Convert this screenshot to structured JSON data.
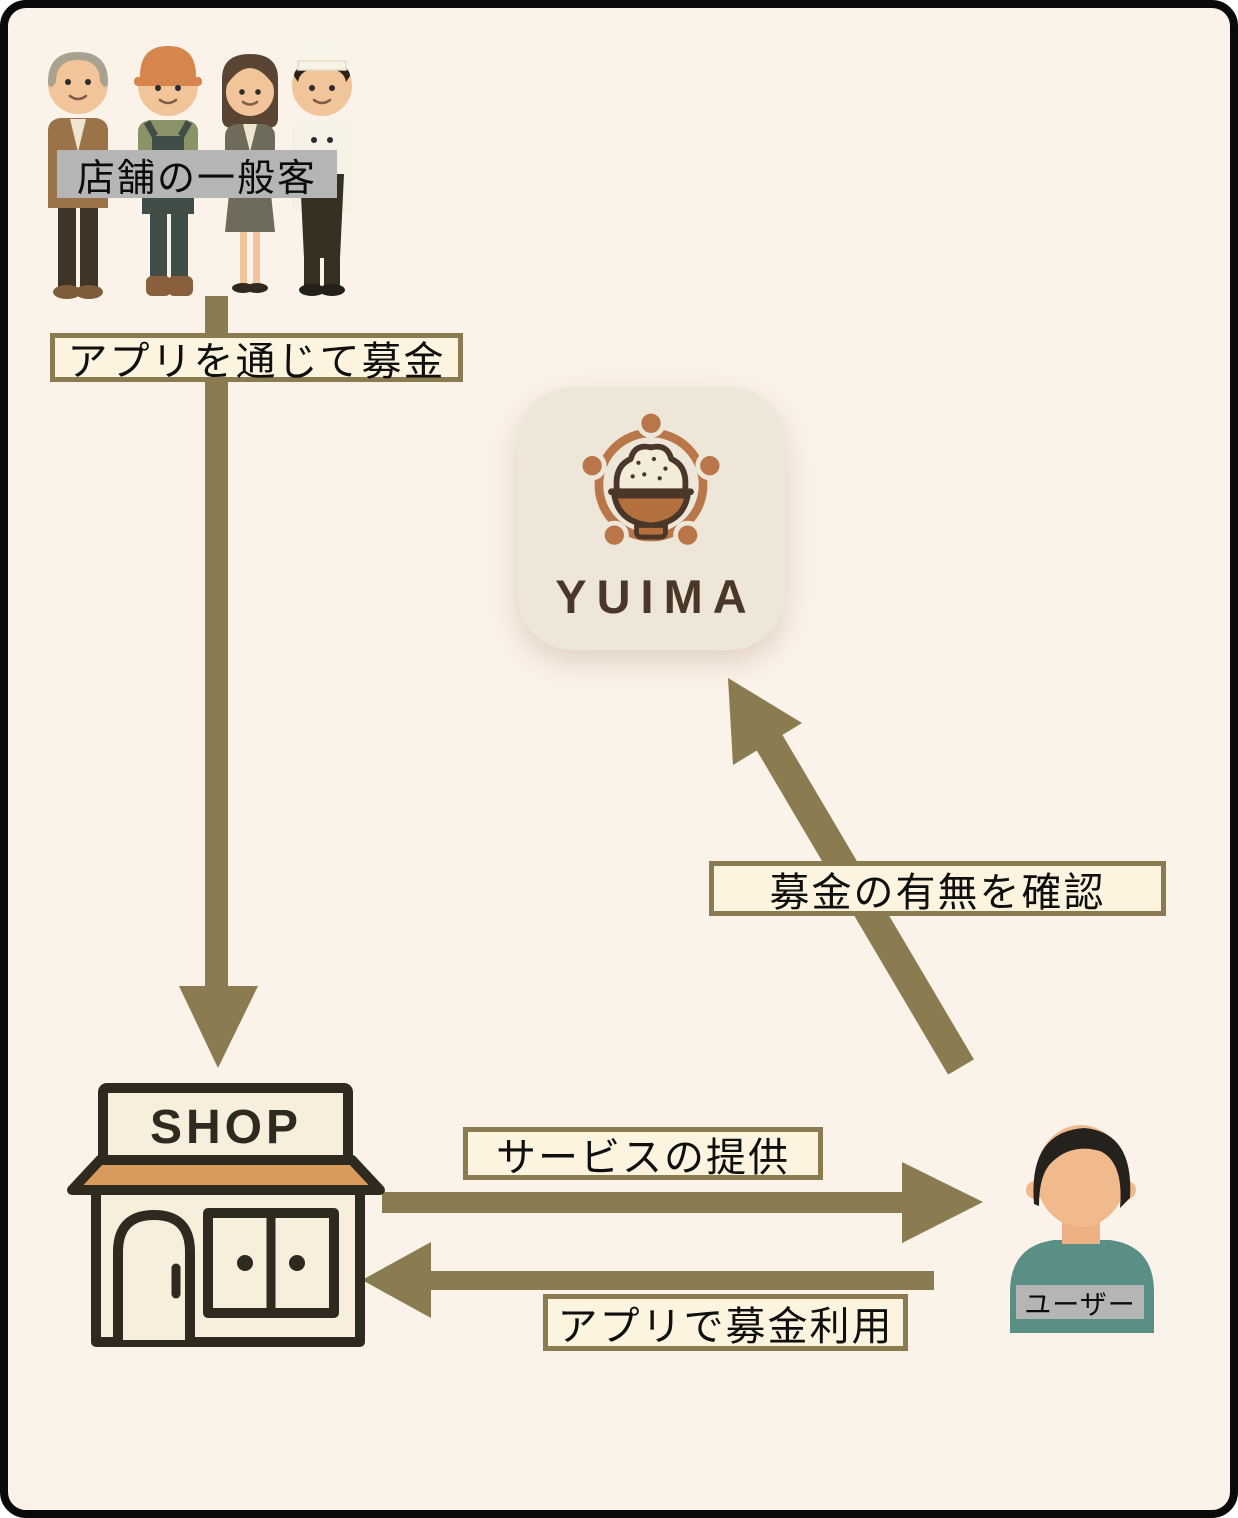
{
  "diagram_title": "YUIMA donation flow diagram",
  "nodes": {
    "customers": {
      "label": "店舗の一般客"
    },
    "app": {
      "name": "YUIMA"
    },
    "shop": {
      "sign": "SHOP"
    },
    "user": {
      "label": "ユーザー"
    }
  },
  "edges": [
    {
      "id": "donate",
      "label": "アプリを通じて募金",
      "from": "customers",
      "to": "shop",
      "direction": "down"
    },
    {
      "id": "check",
      "label": "募金の有無を確認",
      "from": "user",
      "to": "app",
      "direction": "diagonal-up"
    },
    {
      "id": "service",
      "label": "サービスの提供",
      "from": "shop",
      "to": "user",
      "direction": "right"
    },
    {
      "id": "use",
      "label": "アプリで募金利用",
      "from": "user",
      "to": "shop",
      "direction": "left"
    }
  ],
  "colors": {
    "background": "#FBF2E9",
    "frame_border": "#0A0A0A",
    "arrow": "#8A7B50",
    "label_bg": "#FCF4DF",
    "label_border": "#8A7B50",
    "tag_bg": "#B5B5B5",
    "app_icon_bg": "#EEE7D9",
    "app_accent": "#B97648",
    "app_text": "#4A3729",
    "shop_outline": "#2E2A20",
    "shop_awning": "#D89B5B",
    "shop_fill": "#F7EFDC",
    "user_shirt": "#5A8F85",
    "skin": "#F0BA8D"
  }
}
